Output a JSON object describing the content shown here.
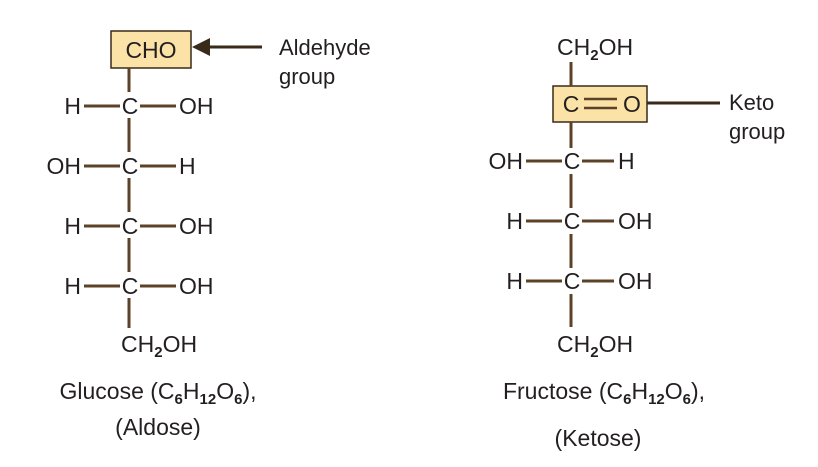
{
  "colors": {
    "bond": "#5c4327",
    "highlight_fill": "#fbe2a6",
    "highlight_stroke": "#3a2a1a",
    "text": "#231f20"
  },
  "glucose": {
    "top_group": "CHO",
    "annotation_line1": "Aldehyde",
    "annotation_line2": "group",
    "rows": [
      {
        "left": "H",
        "center": "C",
        "right": "OH"
      },
      {
        "left": "OH",
        "center": "C",
        "right": "H"
      },
      {
        "left": "H",
        "center": "C",
        "right": "OH"
      },
      {
        "left": "H",
        "center": "C",
        "right": "OH"
      }
    ],
    "bottom": {
      "pre": "CH",
      "sub": "2",
      "post": "OH"
    },
    "caption": {
      "name": "Glucose (C",
      "s1": "6",
      "e1": "H",
      "s2": "12",
      "e2": "O",
      "s3": "6",
      "end": "),",
      "kind": "(Aldose)"
    }
  },
  "fructose": {
    "top": {
      "pre": "CH",
      "sub": "2",
      "post": "OH"
    },
    "keto_c": "C",
    "keto_o": "O",
    "annotation_line1": "Keto",
    "annotation_line2": "group",
    "rows": [
      {
        "left": "OH",
        "center": "C",
        "right": "H"
      },
      {
        "left": "H",
        "center": "C",
        "right": "OH"
      },
      {
        "left": "H",
        "center": "C",
        "right": "OH"
      }
    ],
    "bottom": {
      "pre": "CH",
      "sub": "2",
      "post": "OH"
    },
    "caption": {
      "name": "Fructose (C",
      "s1": "6",
      "e1": "H",
      "s2": "12",
      "e2": "O",
      "s3": "6",
      "end": "),",
      "kind": "(Ketose)"
    }
  }
}
